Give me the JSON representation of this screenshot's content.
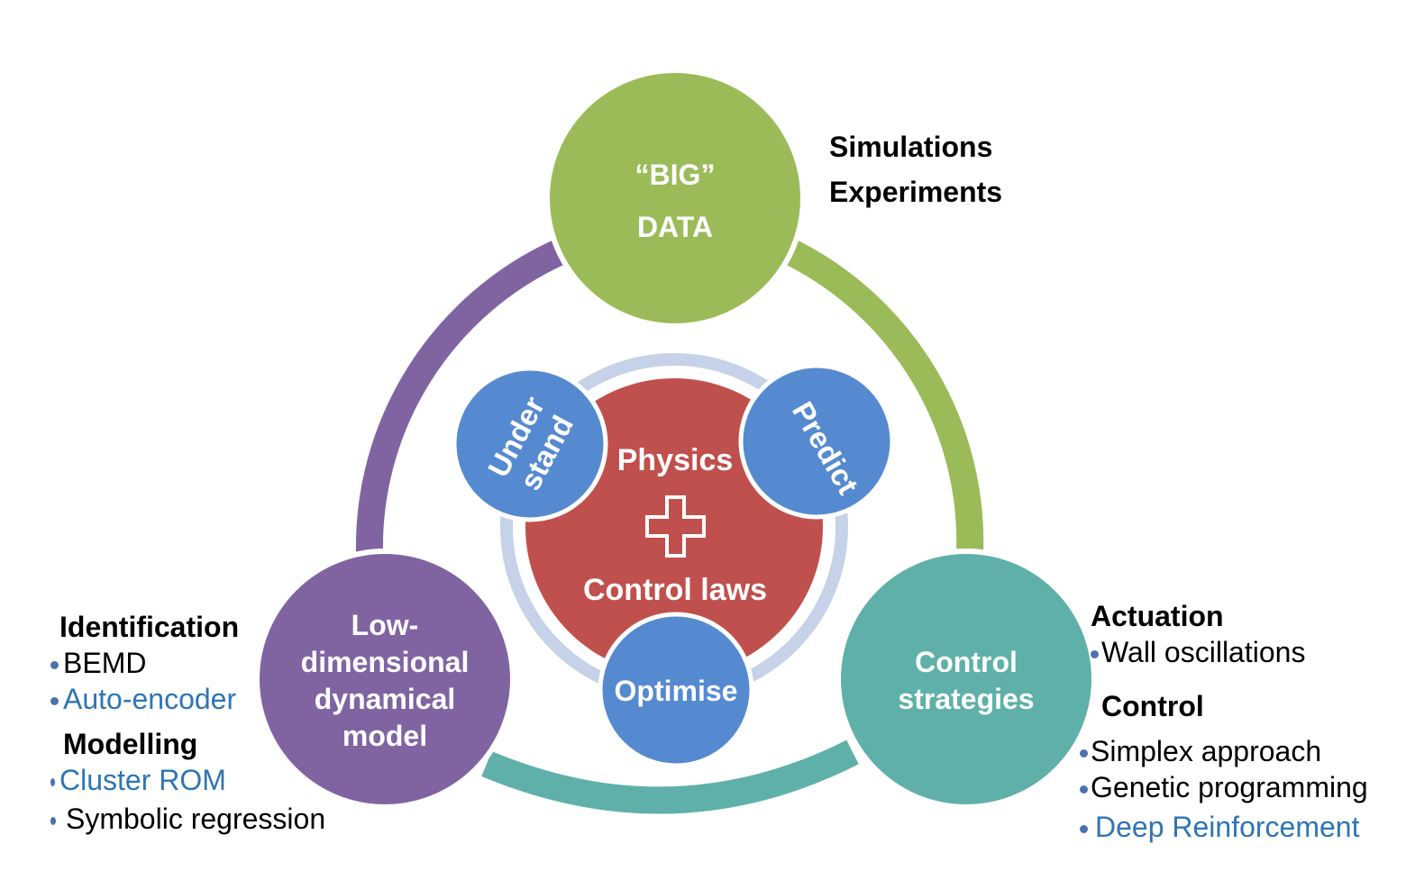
{
  "colors": {
    "green": "#9bbb59",
    "purple": "#8064a2",
    "teal": "#5fb0a8",
    "red": "#c0504d",
    "blue": "#558ad0",
    "pale_ring": "#c5d2e8",
    "bullet": "#4a72b0",
    "blue_text": "#2e75b6"
  },
  "nodes": {
    "big_data": {
      "line1": "“BIG”",
      "line2": "DATA"
    },
    "low_dim": {
      "line1": "Low-",
      "line2": "dimensional",
      "line3": "dynamical",
      "line4": "model"
    },
    "control_strategies": {
      "line1": "Control",
      "line2": "strategies"
    }
  },
  "center": {
    "physics": "Physics",
    "control_laws": "Control laws"
  },
  "satellites": {
    "understand_1": "Under",
    "understand_2": "stand",
    "predict": "Predict",
    "optimise": "Optimise"
  },
  "top_right": {
    "line1": "Simulations",
    "line2": "Experiments"
  },
  "left_panel": {
    "identification": "Identification",
    "id_items": [
      "BEMD",
      "Auto-encoder"
    ],
    "modelling": "Modelling",
    "model_items": [
      "Cluster ROM",
      "Symbolic regression"
    ]
  },
  "right_panel": {
    "actuation": "Actuation",
    "actuation_items": [
      "Wall oscillations"
    ],
    "control": "Control",
    "control_items": [
      "Simplex approach",
      "Genetic programming",
      "Deep Reinforcement"
    ]
  }
}
